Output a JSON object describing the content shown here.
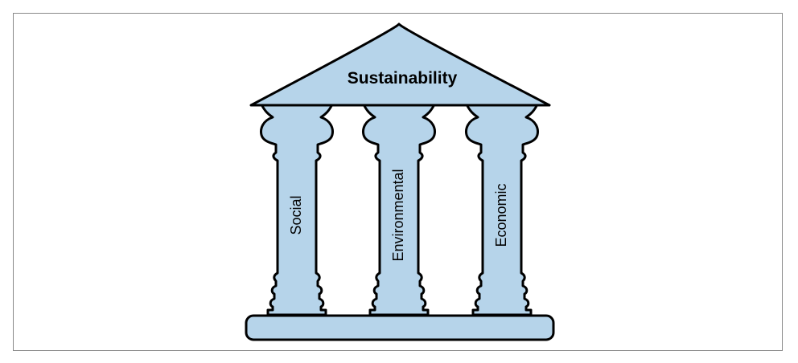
{
  "diagram": {
    "roof_label": "Sustainability",
    "pillars": [
      {
        "label": "Social"
      },
      {
        "label": "Environmental"
      },
      {
        "label": "Economic"
      }
    ],
    "colors": {
      "fill": "#b6d4ea",
      "stroke": "#000000",
      "frame": "#8a8a8a",
      "background": "#ffffff"
    }
  }
}
